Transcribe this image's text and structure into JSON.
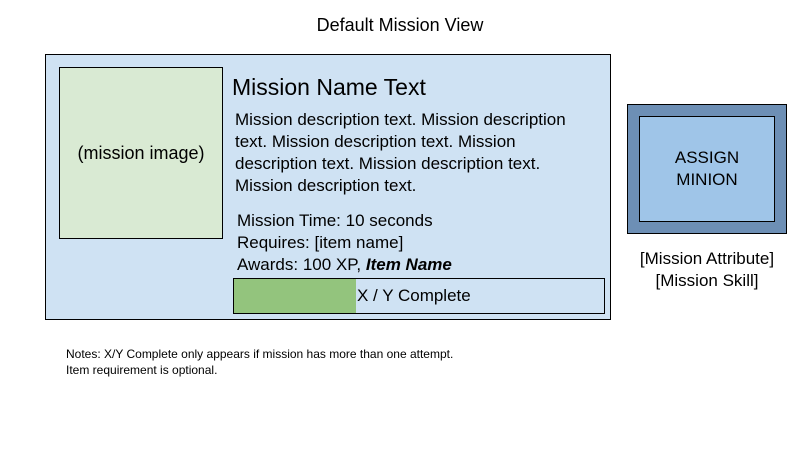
{
  "header": {
    "title": "Default Mission View"
  },
  "mission": {
    "image_label": "(mission image)",
    "name": "Mission Name Text",
    "description": "Mission description text. Mission description text. Mission description text. Mission description text. Mission description text. Mission description text.",
    "time_line": "Mission Time: 10 seconds",
    "requires_line": "Requires: [item name]",
    "awards_prefix": "Awards: 100 XP,",
    "awards_item": "Item Name",
    "progress": {
      "label": "X / Y Complete",
      "fraction": 0.33
    }
  },
  "button": {
    "line1": "ASSIGN",
    "line2": "MINION"
  },
  "attributes": {
    "attribute": "[Mission Attribute]",
    "skill": "[Mission Skill]"
  },
  "notes": {
    "line1": "Notes: X/Y Complete only appears if mission has more than one attempt.",
    "line2": "Item requirement is optional."
  },
  "colors": {
    "panel_bg": "#cfe2f3",
    "image_bg": "#d9ead3",
    "progress_fill": "#93c47d",
    "button_outer": "#6d8fb5",
    "button_inner": "#9fc5e8"
  }
}
